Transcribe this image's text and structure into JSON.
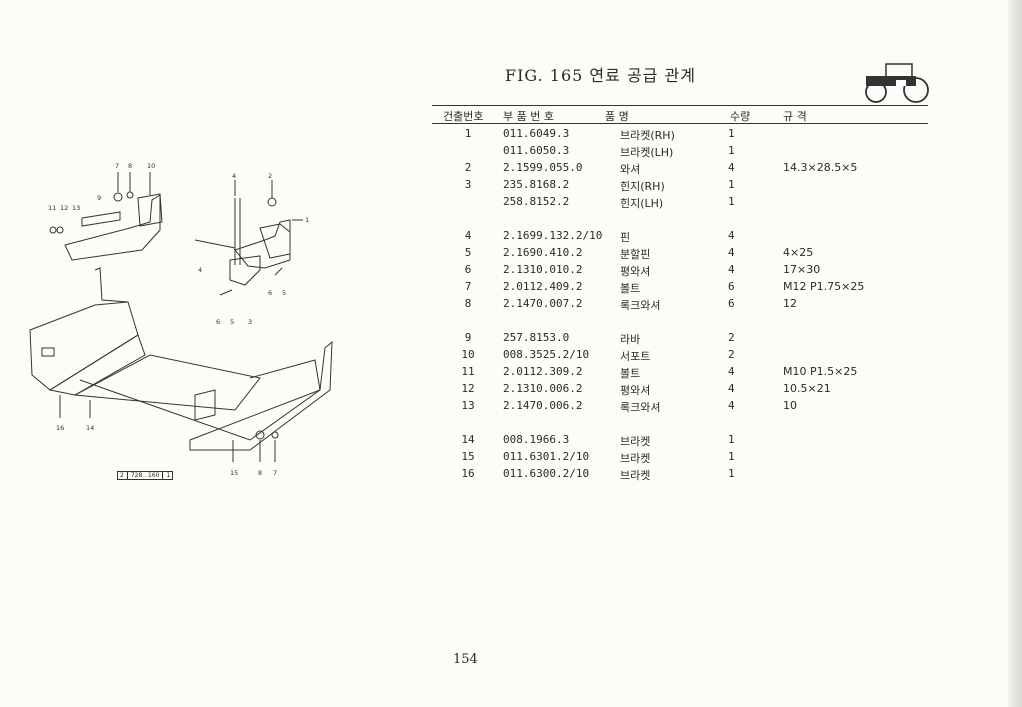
{
  "title": "FIG. 165 연료 공급 관계",
  "header": {
    "no": "건출번호",
    "part": "부 품 번 호",
    "name": "품       명",
    "qty": "수량",
    "spec": "규          격"
  },
  "rows": [
    {
      "no": "1",
      "part": "011.6049.3",
      "name": "브라켓(RH)",
      "qty": "1",
      "spec": ""
    },
    {
      "no": "",
      "part": "011.6050.3",
      "name": "브라켓(LH)",
      "qty": "1",
      "spec": ""
    },
    {
      "no": "2",
      "part": "2.1599.055.0",
      "name": "와셔",
      "qty": "4",
      "spec": "14.3×28.5×5"
    },
    {
      "no": "3",
      "part": "235.8168.2",
      "name": "힌지(RH)",
      "qty": "1",
      "spec": ""
    },
    {
      "no": "",
      "part": "258.8152.2",
      "name": "힌지(LH)",
      "qty": "1",
      "spec": ""
    },
    {
      "no": "",
      "part": "",
      "name": "",
      "qty": "",
      "spec": ""
    },
    {
      "no": "4",
      "part": "2.1699.132.2/10",
      "name": "핀",
      "qty": "4",
      "spec": ""
    },
    {
      "no": "5",
      "part": "2.1690.410.2",
      "name": "분할핀",
      "qty": "4",
      "spec": "4×25"
    },
    {
      "no": "6",
      "part": "2.1310.010.2",
      "name": "평와셔",
      "qty": "4",
      "spec": "17×30"
    },
    {
      "no": "7",
      "part": "2.0112.409.2",
      "name": "볼트",
      "qty": "6",
      "spec": "M12 P1.75×25"
    },
    {
      "no": "8",
      "part": "2.1470.007.2",
      "name": "록크와셔",
      "qty": "6",
      "spec": "12"
    },
    {
      "no": "",
      "part": "",
      "name": "",
      "qty": "",
      "spec": ""
    },
    {
      "no": "9",
      "part": "257.8153.0",
      "name": "라바",
      "qty": "2",
      "spec": ""
    },
    {
      "no": "10",
      "part": "008.3525.2/10",
      "name": "서포트",
      "qty": "2",
      "spec": ""
    },
    {
      "no": "11",
      "part": "2.0112.309.2",
      "name": "볼트",
      "qty": "4",
      "spec": "M10 P1.5×25"
    },
    {
      "no": "12",
      "part": "2.1310.006.2",
      "name": "평와셔",
      "qty": "4",
      "spec": "10.5×21"
    },
    {
      "no": "13",
      "part": "2.1470.006.2",
      "name": "록크와셔",
      "qty": "4",
      "spec": "10"
    },
    {
      "no": "",
      "part": "",
      "name": "",
      "qty": "",
      "spec": ""
    },
    {
      "no": "14",
      "part": "008.1966.3",
      "name": "브라켓",
      "qty": "1",
      "spec": ""
    },
    {
      "no": "15",
      "part": "011.6301.2/10",
      "name": "브라켓",
      "qty": "1",
      "spec": ""
    },
    {
      "no": "16",
      "part": "011.6300.2/10",
      "name": "브라켓",
      "qty": "1",
      "spec": ""
    }
  ],
  "drawing": {
    "callouts": [
      "7",
      "8",
      "10",
      "11",
      "12",
      "13",
      "9",
      "4",
      "2",
      "1",
      "4",
      "6",
      "5",
      "6",
      "5",
      "3",
      "16",
      "14",
      "15",
      "8",
      "7"
    ],
    "ref": [
      "2",
      "728 . 160",
      "1"
    ]
  },
  "page_number": "154"
}
